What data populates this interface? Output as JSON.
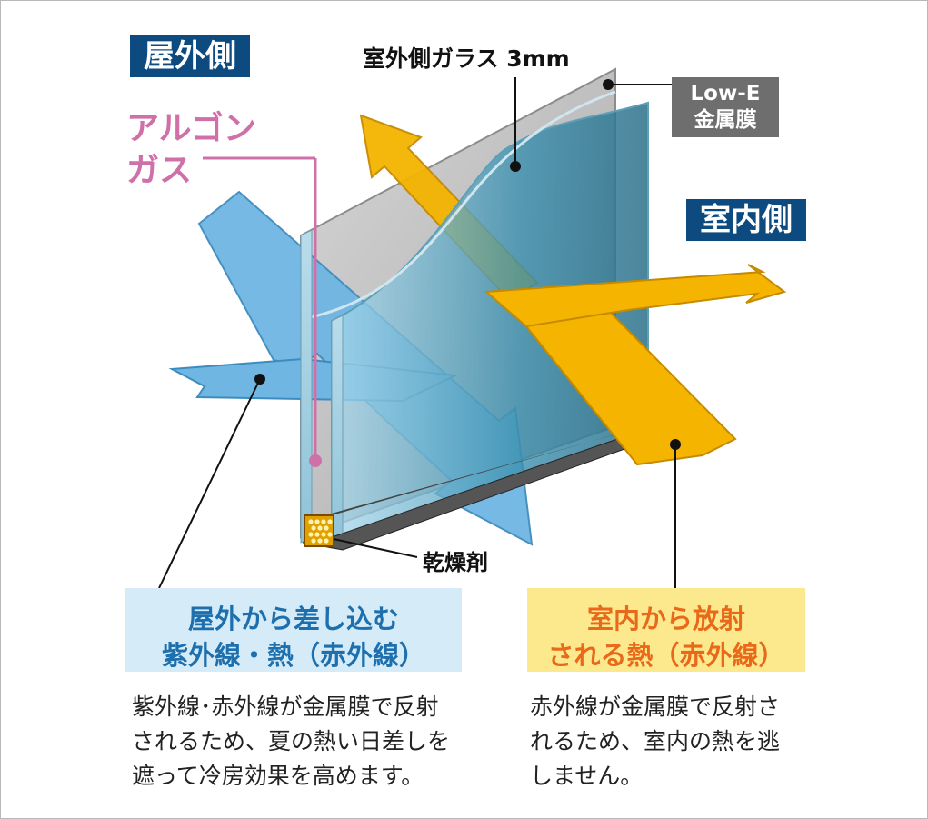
{
  "labels": {
    "outdoor": "屋外側",
    "indoor": "室内側",
    "outer_glass": "室外側ガラス 3mm",
    "lowe": "Low-E\n金属膜",
    "argon": "アルゴン\nガス",
    "desiccant": "乾燥剤"
  },
  "blue_box": {
    "title": "屋外から差し込む\n紫外線・熱（赤外線）",
    "desc": "紫外線･赤外線が金属膜で反射\nされるため、夏の熱い日差しを\n遮って冷房効果を高めます。"
  },
  "yellow_box": {
    "title": "室内から放射\nされる熱（赤外線）",
    "desc": "赤外線が金属膜で反射さ\nれるため、室内の熱を逃\nしません。"
  },
  "colors": {
    "navy": "#0d4a80",
    "argon_pink": "#d070a8",
    "arrow_blue": "#6fb6e3",
    "arrow_yellow": "#f4b400",
    "box_blue": "#d5ebf7",
    "box_yellow": "#fde98d"
  }
}
